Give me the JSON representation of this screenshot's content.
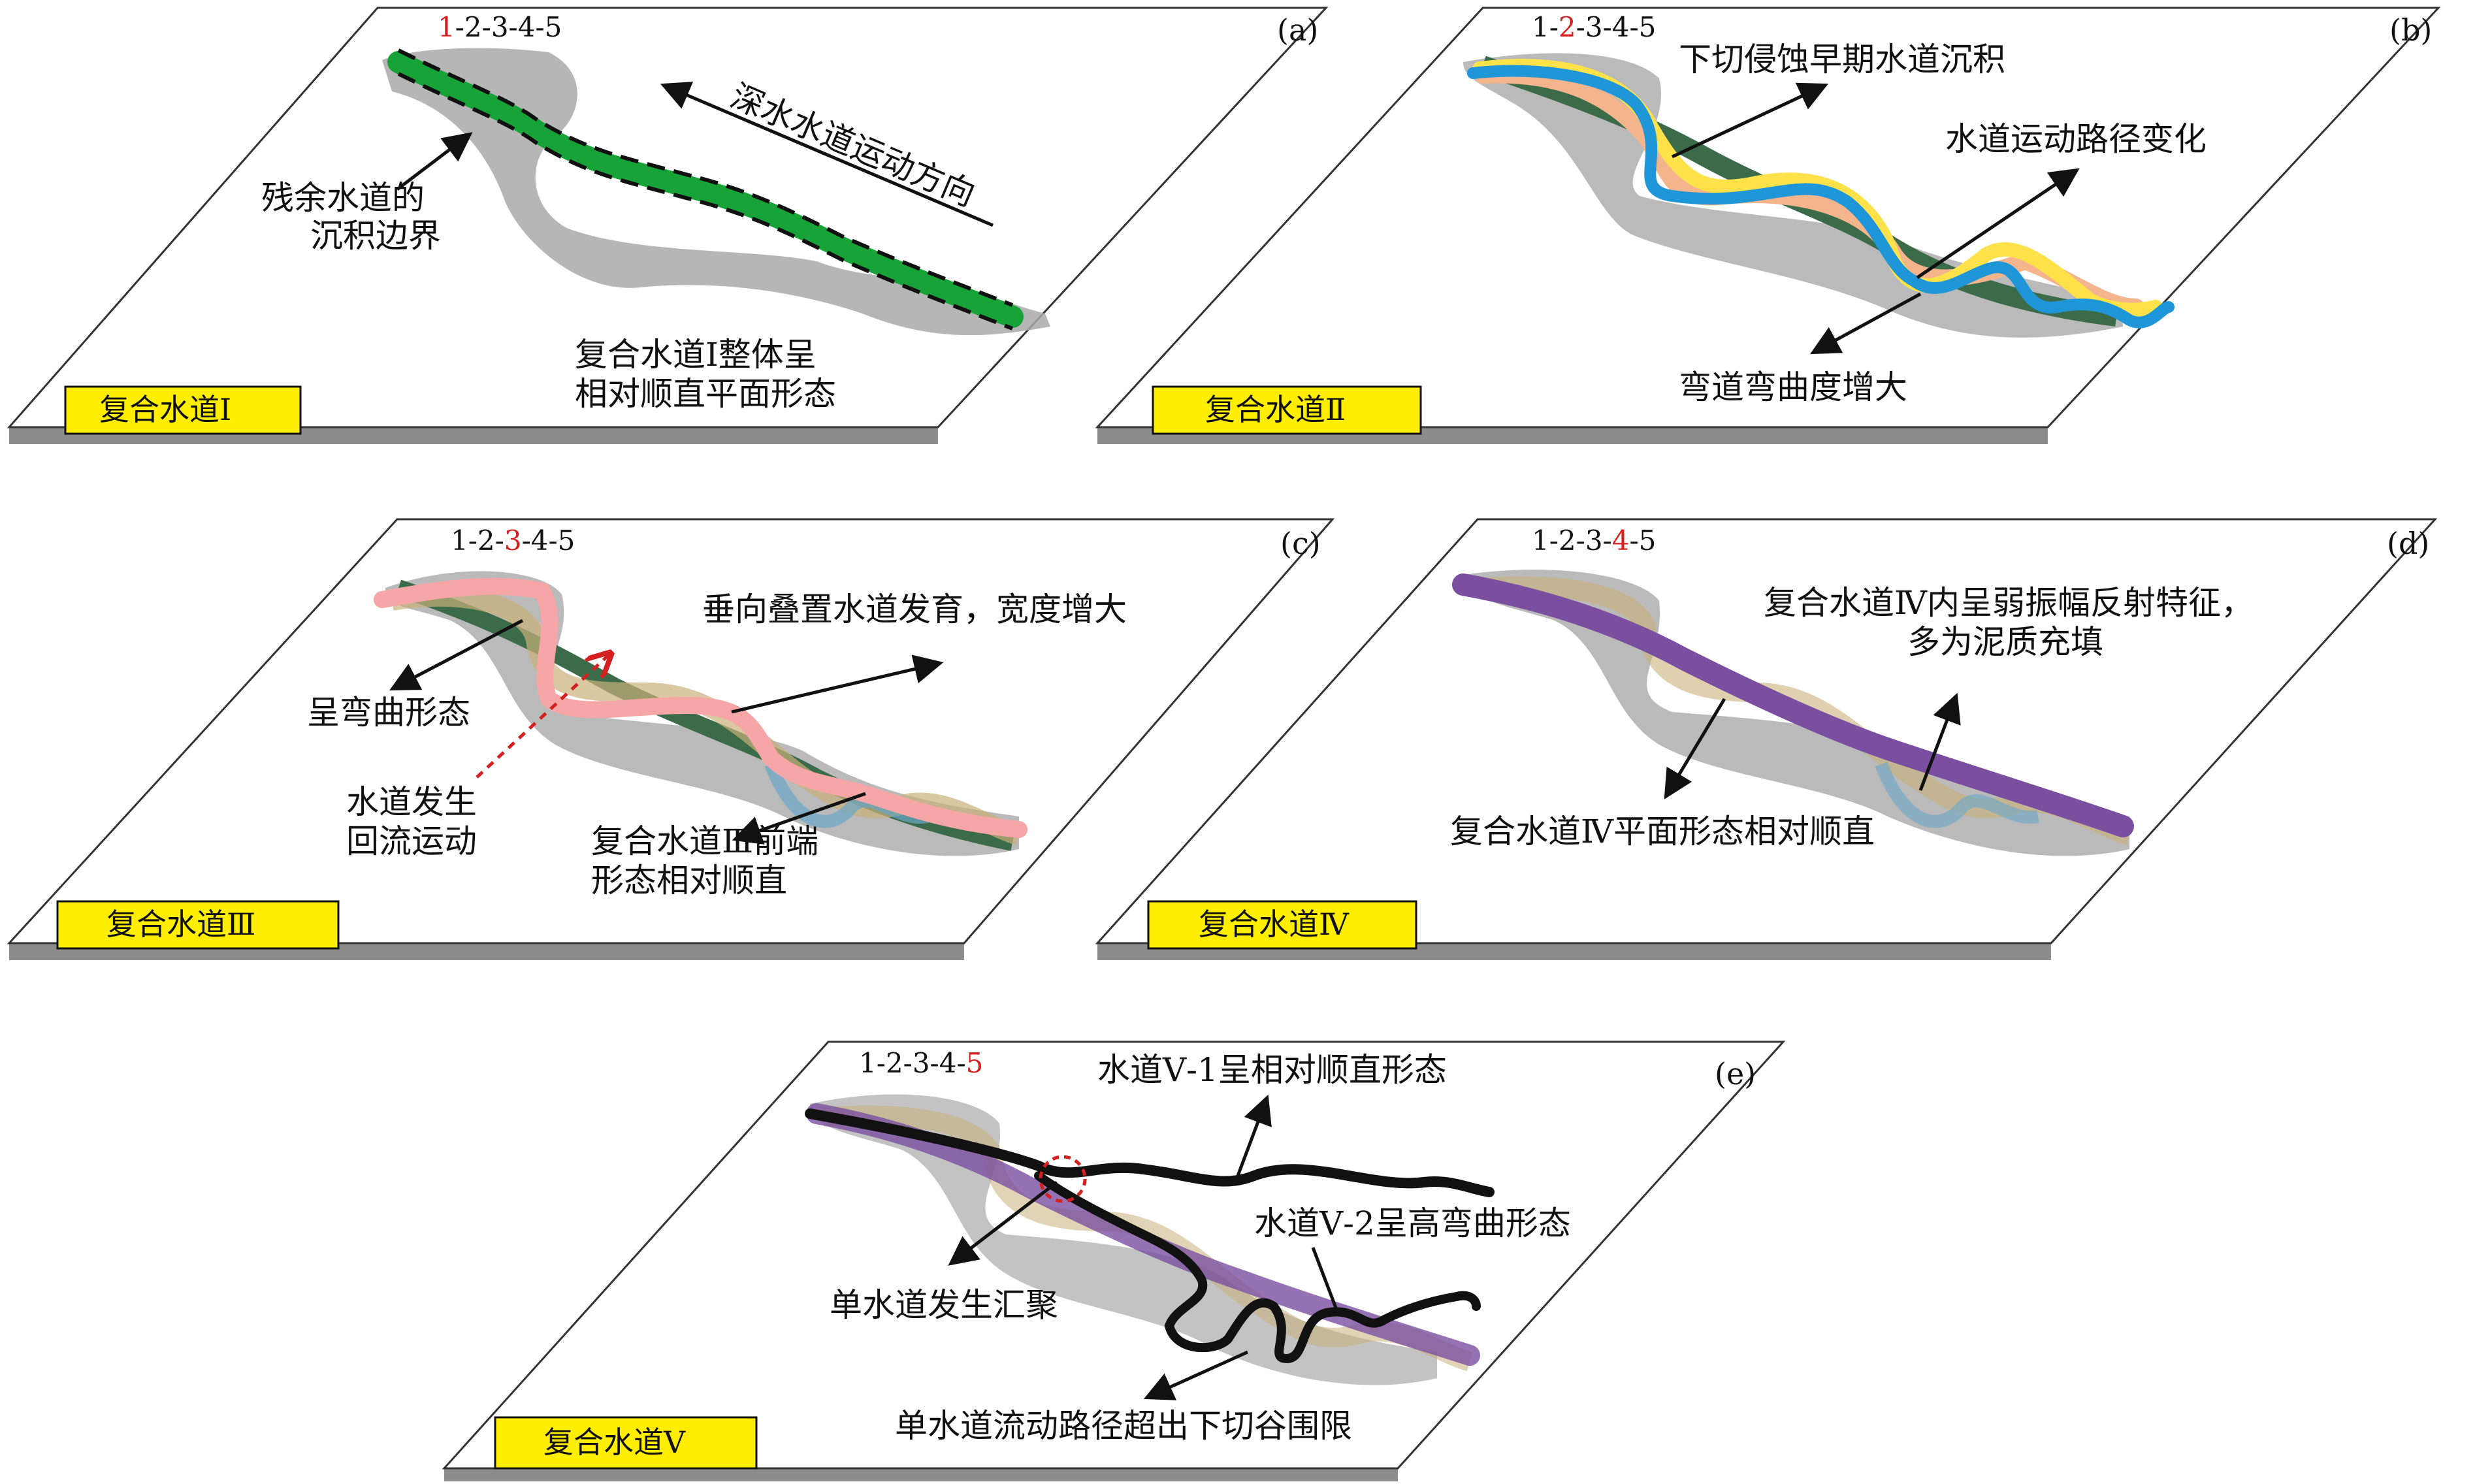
{
  "panels": [
    {
      "id": "a",
      "letter": "(a)",
      "tag": "复合水道Ⅰ",
      "seq": [
        "1",
        "-2-3-4-5"
      ],
      "labels": [
        "深水水道运动方向",
        "残余水道的",
        "沉积边界",
        "复合水道Ⅰ整体呈",
        "相对顺直平面形态"
      ]
    },
    {
      "id": "b",
      "letter": "(b)",
      "tag": "复合水道Ⅱ",
      "seq": [
        "1-",
        "2",
        "-3-4-5"
      ],
      "labels": [
        "下切侵蚀早期水道沉积",
        "水道运动路径变化",
        "弯道弯曲度增大"
      ]
    },
    {
      "id": "c",
      "letter": "(c)",
      "tag": "复合水道Ⅲ",
      "seq": [
        "1-2-",
        "3",
        "-4-5"
      ],
      "labels": [
        "垂向叠置水道发育，宽度增大",
        "呈弯曲形态",
        "水道发生",
        "回流运动",
        "复合水道Ⅲ前端",
        "形态相对顺直"
      ]
    },
    {
      "id": "d",
      "letter": "(d)",
      "tag": "复合水道Ⅳ",
      "seq": [
        "1-2-3-",
        "4",
        "-5"
      ],
      "labels": [
        "复合水道Ⅳ内呈弱振幅反射特征，",
        "多为泥质充填",
        "复合水道Ⅳ平面形态相对顺直"
      ]
    },
    {
      "id": "e",
      "letter": "(e)",
      "tag": "复合水道Ⅴ",
      "seq": [
        "1-2-3-4-",
        "5"
      ],
      "labels": [
        "水道Ⅴ-1呈相对顺直形态",
        "水道Ⅴ-2呈高弯曲形态",
        "单水道发生汇聚",
        "单水道流动路径超出下切谷围限"
      ]
    }
  ],
  "colors": {
    "panel_fill": "#ffffff",
    "panel_side": "#8c8c8c",
    "tag_fill": "#ffee00",
    "channel_I": "#17a338",
    "channel_II_blue": "#1e96d8",
    "channel_II_yellow": "#ffe14a",
    "channel_II_peach": "#f4b48c",
    "channel_III": "#f6a6a6",
    "channel_IV": "#7a4fa0",
    "channel_V": "#111111",
    "highlight": "#d42020"
  }
}
